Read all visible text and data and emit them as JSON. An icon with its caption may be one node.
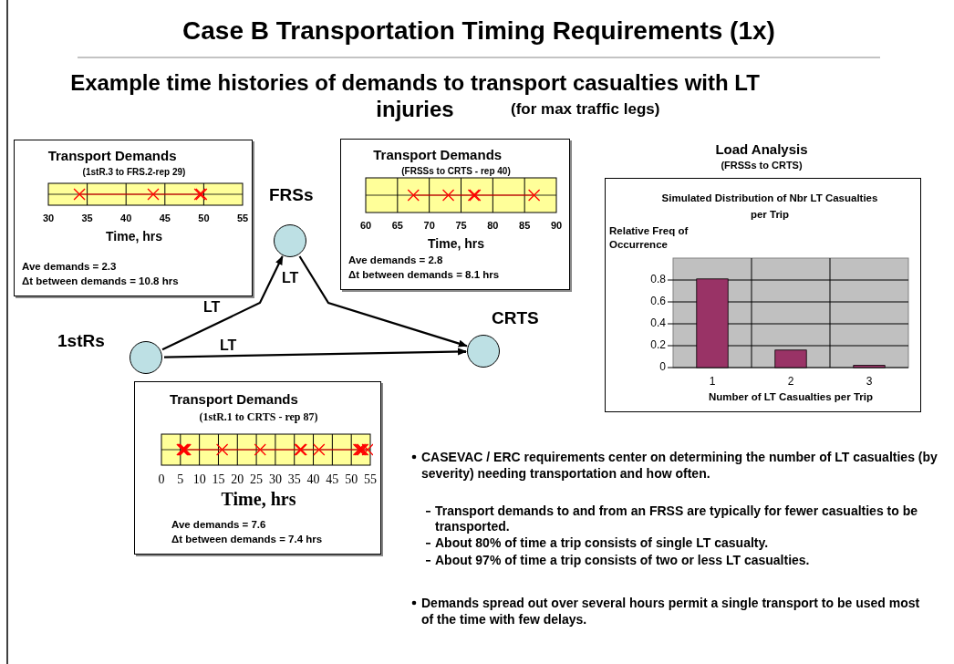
{
  "diagram": {
    "title": "Case B Transportation Timing Requirements (1x)",
    "nodes": [
      {
        "text": [
          "Transport Demands",
          "(1stR.3 to FRS.2-rep 29)",
          "30",
          "35",
          "40",
          "45",
          "50",
          "55",
          "Time, hrs",
          "Ave demands = 2.3",
          "Δt between demands = 10.8 hrs"
        ]
      },
      {
        "text": [],
        "shape": "circle",
        "beside": [
          "FRSs"
        ]
      },
      {
        "text": [
          "Transport Demands",
          "(FRSSs to CRTS - rep 40)",
          "60",
          "65",
          "70",
          "75",
          "80",
          "85",
          "90",
          "Time, hrs",
          "Ave demands = 2.8",
          "Δt between demands = 8.1 hrs"
        ]
      },
      {
        "text": [],
        "shape": "circle",
        "beside": [
          "1stRs"
        ]
      },
      {
        "text": [],
        "shape": "circle",
        "beside": [
          "CRTS"
        ]
      },
      {
        "text": [
          "Transport Demands",
          "(1stR.1 to CRTS - rep 87)",
          "0",
          "5",
          "10",
          "15",
          "20",
          "25",
          "30",
          "35",
          "40",
          "45",
          "50",
          "55",
          "Time, hrs",
          "Ave demands = 7.6",
          "Δt between demands = 7.4 hrs"
        ]
      }
    ],
    "edges": [
      {
        "from": 3,
        "to": 1,
        "arrow": "to",
        "label": "LT"
      },
      {
        "from": 1,
        "to": 4,
        "arrow": "to",
        "label": "LT"
      },
      {
        "from": 3,
        "to": 4,
        "arrow": "to",
        "label": "LT"
      }
    ],
    "labels": [
      "Example time histories of demands to transport casualties with LT injuries",
      "(for max traffic legs)",
      "Load Analysis",
      "(FRSSs to CRTS)",
      "CASEVAC / ERC requirements center on determining the number of LT casualties (by severity) needing transportation and how often.",
      "Transport demands to and from an FRSS are typically for fewer casualties to be transported.",
      "About 80% of time a trip consists of single LT casualty.",
      "About 97% of time a trip consists of two or less LT casualties.",
      "Demands spread out over several hours permit a single transport to be used most of the time with few delays."
    ],
    "chart_data": {
      "type": "bar",
      "title": "Simulated Distribution of Nbr LT Casualties per Trip",
      "xlabel": "Number of LT Casualties per Trip",
      "ylabel": "Relative Freq of Occurrence",
      "categories": [
        "1",
        "2",
        "3"
      ],
      "series": [
        {
          "color": "#993366",
          "values": [
            0.81,
            0.16,
            0.02
          ]
        }
      ],
      "ylim": [
        0,
        1
      ],
      "yticks": [
        0,
        0.2,
        0.4,
        0.6,
        0.8
      ],
      "grid": true
    }
  }
}
